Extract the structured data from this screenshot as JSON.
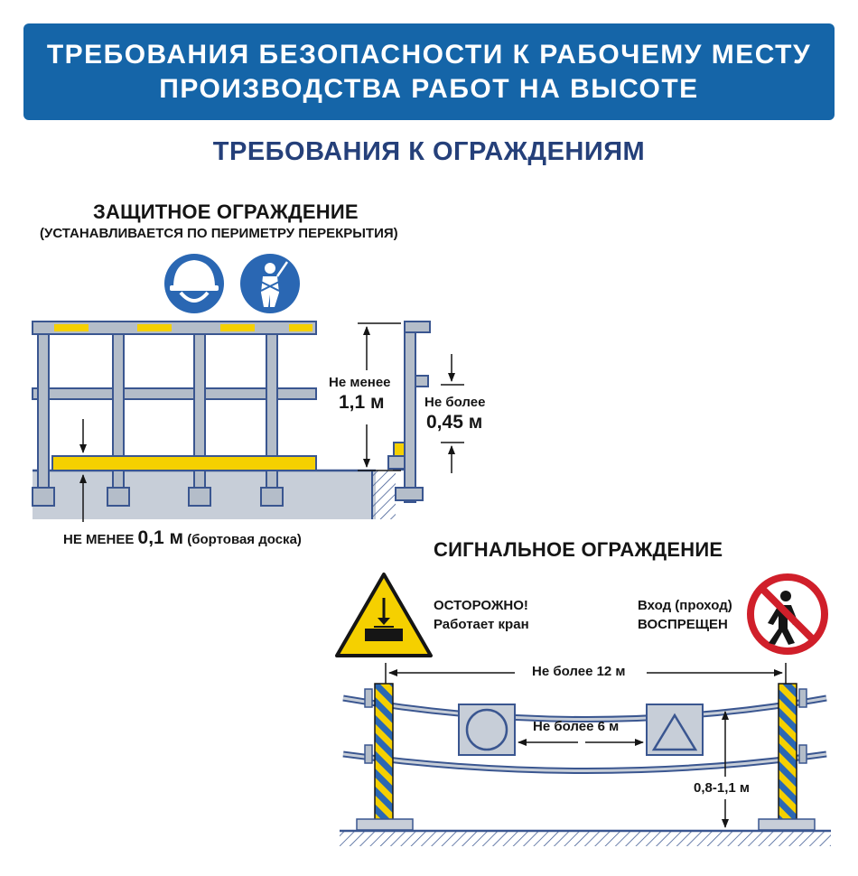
{
  "banner": {
    "line1": "ТРЕБОВАНИЯ БЕЗОПАСНОСТИ К РАБОЧЕМУ МЕСТУ",
    "line2": "ПРОИЗВОДСТВА РАБОТ НА ВЫСОТЕ"
  },
  "section_title": "ТРЕБОВАНИЯ К ОГРАЖДЕНИЯМ",
  "protective": {
    "title": "ЗАЩИТНОЕ ОГРАЖДЕНИЕ",
    "subtitle": "(УСТАНАВЛИВАЕТСЯ ПО ПЕРИМЕТРУ ПЕРЕКРЫТИЯ)",
    "height_label_1": "Не менее",
    "height_label_2": "1,1 м",
    "gap_label_1": "Не более",
    "gap_label_2": "0,45 м",
    "board_label_prefix": "НЕ МЕНЕЕ ",
    "board_label_value": "0,1 м",
    "board_label_suffix": " (бортовая доска)",
    "icons": [
      "helmet-sign-icon",
      "harness-sign-icon"
    ]
  },
  "signal": {
    "title": "СИГНАЛЬНОЕ ОГРАЖДЕНИЕ",
    "warning_1": "ОСТОРОЖНО!",
    "warning_2": "Работает кран",
    "prohibit_1": "Вход (проход)",
    "prohibit_2": "ВОСПРЕЩЕН",
    "span_label": "Не более 12 м",
    "sign_gap_label": "Не более 6 м",
    "height_label": "0,8-1,1 м",
    "icons": [
      "crane-warning-icon",
      "no-entry-icon",
      "circle-sign-icon",
      "triangle-sign-icon"
    ]
  },
  "colors": {
    "banner": "#1565a8",
    "title": "#25407a",
    "steel": "#b4bdc9",
    "outline": "#3a5690",
    "yellow": "#f5d000",
    "sign_blue": "#2a67b3",
    "prohibit_red": "#d01f2a"
  }
}
